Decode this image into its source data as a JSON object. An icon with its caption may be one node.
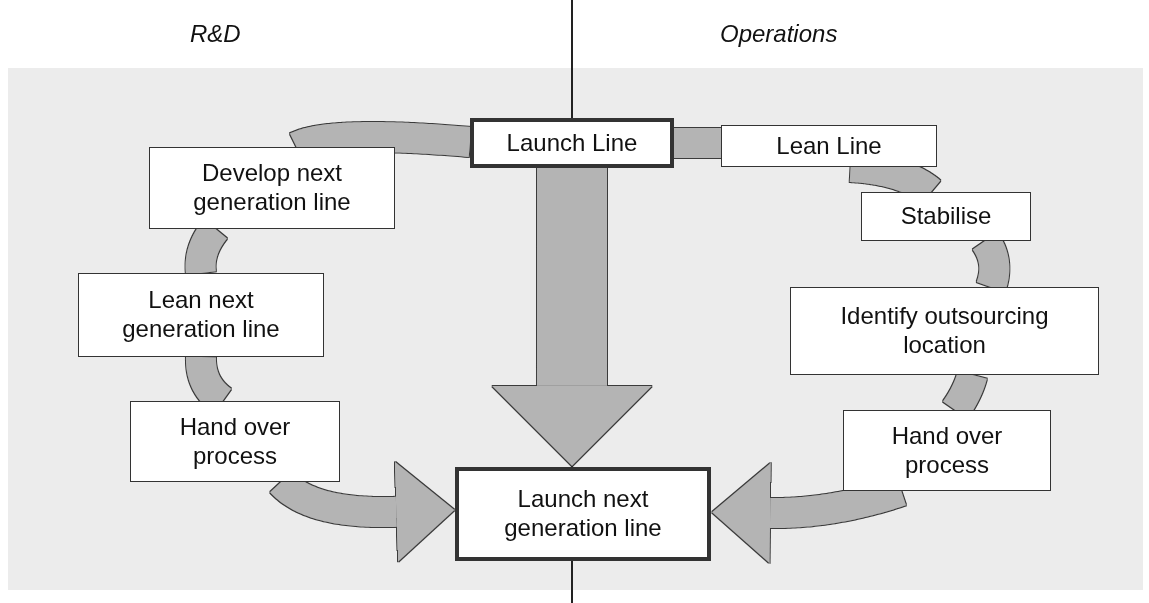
{
  "diagram": {
    "nodes": [
      {
        "text": [
          "Launch Line"
        ]
      },
      {
        "text": [
          "Develop next generation line"
        ]
      },
      {
        "text": [
          "Lean next generation line"
        ]
      },
      {
        "text": [
          "Hand over process"
        ]
      },
      {
        "text": [
          "Lean Line"
        ]
      },
      {
        "text": [
          "Stabilise"
        ]
      },
      {
        "text": [
          "Identify outsourcing location"
        ]
      },
      {
        "text": [
          "Hand over process"
        ]
      },
      {
        "text": [
          "Launch next generation line"
        ]
      }
    ],
    "edges": [
      {
        "from": 0,
        "to": 1,
        "arrow": "none"
      },
      {
        "from": 1,
        "to": 2,
        "arrow": "none"
      },
      {
        "from": 2,
        "to": 3,
        "arrow": "none"
      },
      {
        "from": 3,
        "to": 8,
        "arrow": "to"
      },
      {
        "from": 0,
        "to": 4,
        "arrow": "none"
      },
      {
        "from": 4,
        "to": 5,
        "arrow": "none"
      },
      {
        "from": 5,
        "to": 6,
        "arrow": "none"
      },
      {
        "from": 6,
        "to": 7,
        "arrow": "none"
      },
      {
        "from": 7,
        "to": 8,
        "arrow": "to"
      },
      {
        "from": 0,
        "to": 8,
        "arrow": "to",
        "style": "thick"
      }
    ],
    "labels": [
      "R&D",
      "Operations"
    ]
  }
}
